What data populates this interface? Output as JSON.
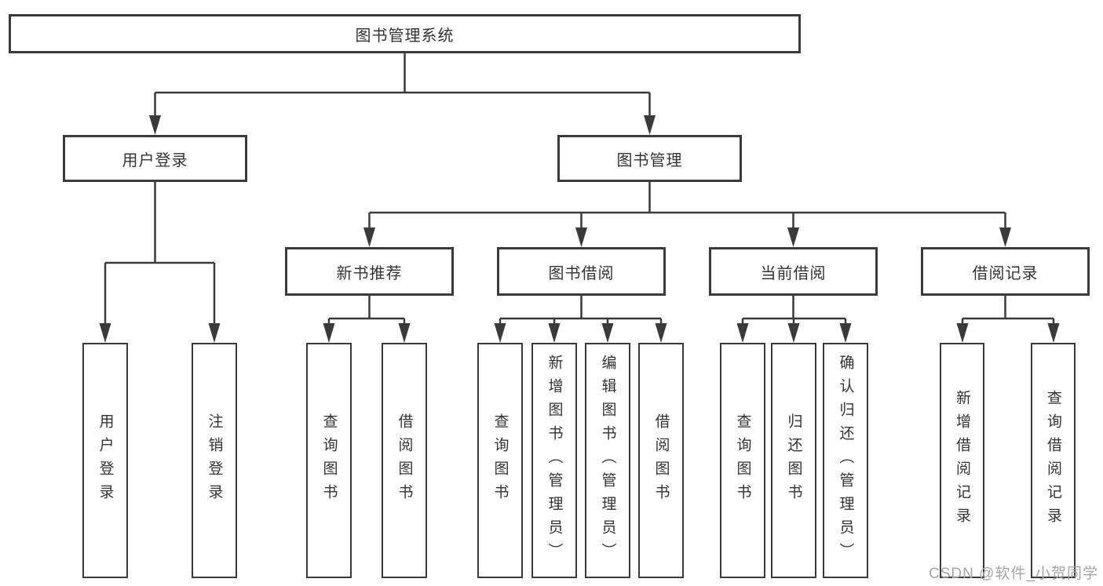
{
  "diagram": {
    "root": {
      "label": "图书管理系统"
    },
    "branches": [
      {
        "label": "用户登录",
        "children": [
          {
            "label": "用户登录"
          },
          {
            "label": "注销登录"
          }
        ]
      },
      {
        "label": "图书管理",
        "children": [
          {
            "label": "新书推荐",
            "children": [
              {
                "label": "查询图书"
              },
              {
                "label": "借阅图书"
              }
            ]
          },
          {
            "label": "图书借阅",
            "children": [
              {
                "label": "查询图书"
              },
              {
                "label": "新增图书（管理员）"
              },
              {
                "label": "编辑图书（管理员）"
              },
              {
                "label": "借阅图书"
              }
            ]
          },
          {
            "label": "当前借阅",
            "children": [
              {
                "label": "查询图书"
              },
              {
                "label": "归还图书"
              },
              {
                "label": "确认归还（管理员）"
              }
            ]
          },
          {
            "label": "借阅记录",
            "children": [
              {
                "label": "新增借阅记录"
              },
              {
                "label": "查询借阅记录"
              }
            ]
          }
        ]
      }
    ],
    "watermark": "CSDN @软件_小贺同学",
    "colors": {
      "line": "#3a3a3a",
      "text": "#333333",
      "background": "#ffffff",
      "watermark": "#a5a5a5"
    }
  }
}
